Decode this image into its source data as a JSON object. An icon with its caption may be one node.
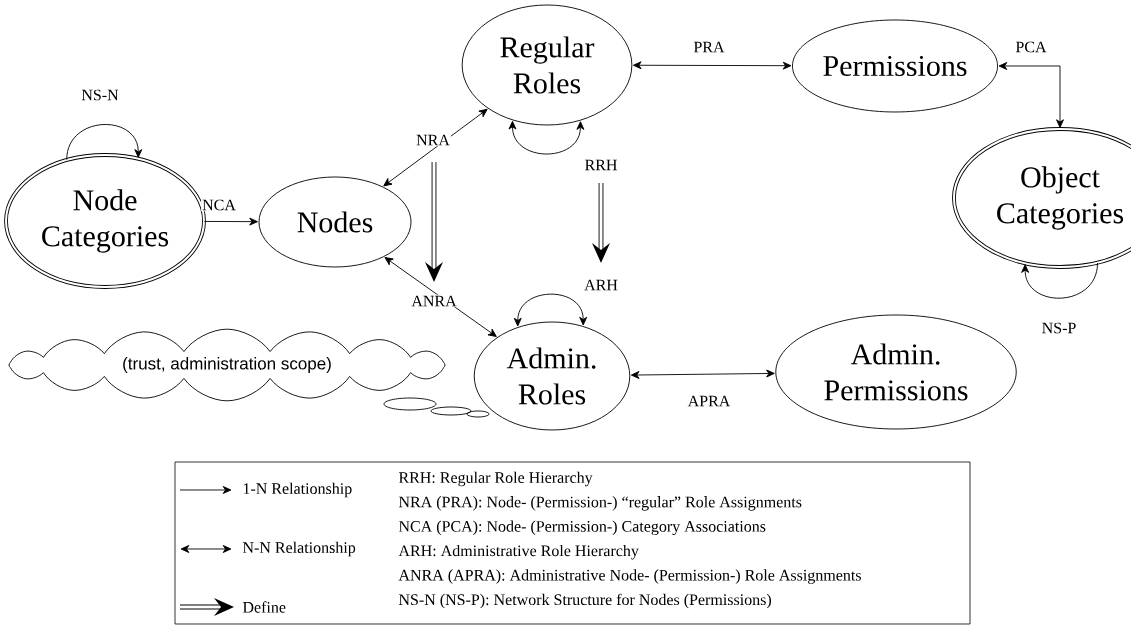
{
  "diagram": {
    "nodes": [
      {
        "text": [
          "Node Categories"
        ]
      },
      {
        "text": [
          "Nodes"
        ]
      },
      {
        "text": [
          "Regular Roles"
        ]
      },
      {
        "text": [
          "Permissions"
        ]
      },
      {
        "text": [
          "Object Categories"
        ]
      },
      {
        "text": [
          "Admin. Roles"
        ]
      },
      {
        "text": [
          "Admin. Permissions"
        ]
      },
      {
        "text": [
          "(trust, administration scope)"
        ]
      }
    ],
    "edges": [
      {
        "from": 0,
        "to": 0,
        "arrow": "to",
        "label": "NS-N"
      },
      {
        "from": 0,
        "to": 1,
        "arrow": "to",
        "label": "NCA"
      },
      {
        "from": 1,
        "to": 2,
        "arrow": "both",
        "label": "NRA"
      },
      {
        "from": 2,
        "to": 3,
        "arrow": "both",
        "label": "PRA"
      },
      {
        "from": 3,
        "to": 4,
        "arrow": "both",
        "label": "PCA"
      },
      {
        "from": 4,
        "to": 4,
        "arrow": "to",
        "label": "NS-P"
      },
      {
        "from": 2,
        "to": 2,
        "arrow": "both",
        "label": "RRH"
      },
      {
        "from": 1,
        "to": 5,
        "arrow": "both",
        "label": "ANRA"
      },
      {
        "from": 5,
        "to": 5,
        "arrow": "both",
        "label": "ARH"
      },
      {
        "from": 5,
        "to": 6,
        "arrow": "both",
        "label": "APRA"
      }
    ],
    "labels": [
      "RRH: Regular Role Hierarchy",
      "NRA (PRA): Node- (Permission-) “regular” Role Assignments",
      "NCA (PCA): Node- (Permission-) Category Associations",
      "ARH: Administrative Role Hierarchy",
      "ANRA (APRA): Administrative Node- (Permission-) Role Assignments",
      "NS-N (NS-P): Network Structure for Nodes (Permissions)"
    ],
    "legend": [
      {
        "text": "1-N Relationship"
      },
      {
        "text": "N-N Relationship"
      },
      {
        "text": "Define"
      }
    ]
  }
}
